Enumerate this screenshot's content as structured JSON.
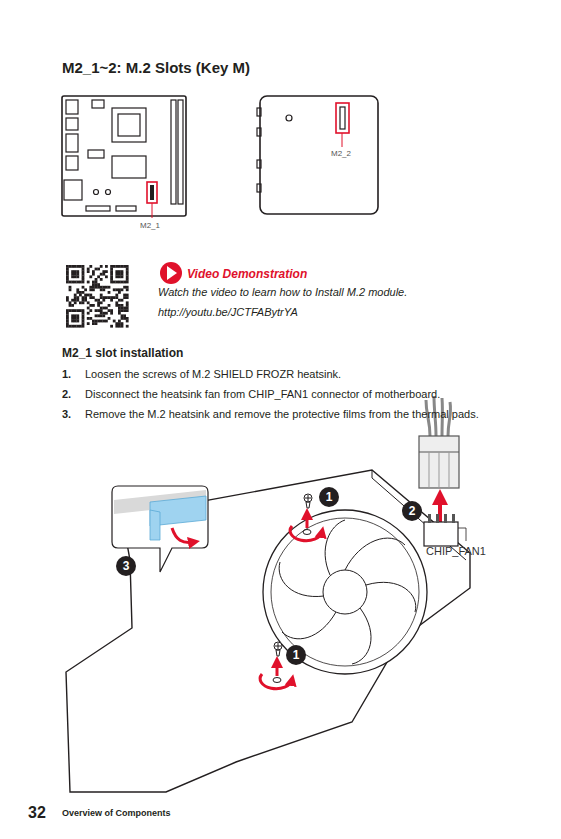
{
  "diagram": {
    "title": "M2_1~2: M.2 Slots (Key M)",
    "labels": [
      "M2_2",
      "M2_1",
      "Video Demonstration",
      "Watch the video to learn how to Install M.2 module.",
      "http://youtu.be/JCTFABytrYA",
      "M2_1 slot installation",
      "1.",
      "Loosen the screws of M.2 SHIELD FROZR heatsink.",
      "2.",
      "Disconnect the heatsink fan from CHIP_FAN1 connector of motherboard.",
      "3.",
      "Remove the M.2 heatsink and remove the protective films from the thermal pads.",
      "1",
      "2",
      "CHIP_FAN1",
      "3",
      "1",
      "32",
      "Overview of Components"
    ]
  }
}
